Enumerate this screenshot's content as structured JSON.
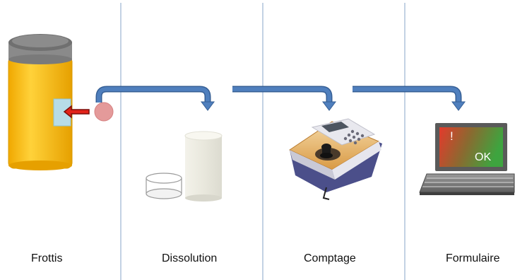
{
  "steps": [
    {
      "label": "Frottis"
    },
    {
      "label": "Dissolution"
    },
    {
      "label": "Comptage"
    },
    {
      "label": "Formulaire"
    }
  ],
  "laptop_screen": {
    "alert_text": "!",
    "ok_text": "OK"
  },
  "colors": {
    "divider": "#9bb3d2",
    "flow_arrow": "#4f7fbd",
    "flow_arrow_edge": "#365f95",
    "tube_body": "#ffc000",
    "tube_cap": "#8c8c8c",
    "swab_tip": "#e49a9a",
    "pointer_arrow": "#e2231a",
    "screen_red": "#e23b2e",
    "screen_green": "#3fa340"
  },
  "icons": [
    "sample-tube-icon",
    "swab-icon",
    "dish-icon",
    "beaker-icon",
    "counter-device-icon",
    "laptop-icon"
  ]
}
